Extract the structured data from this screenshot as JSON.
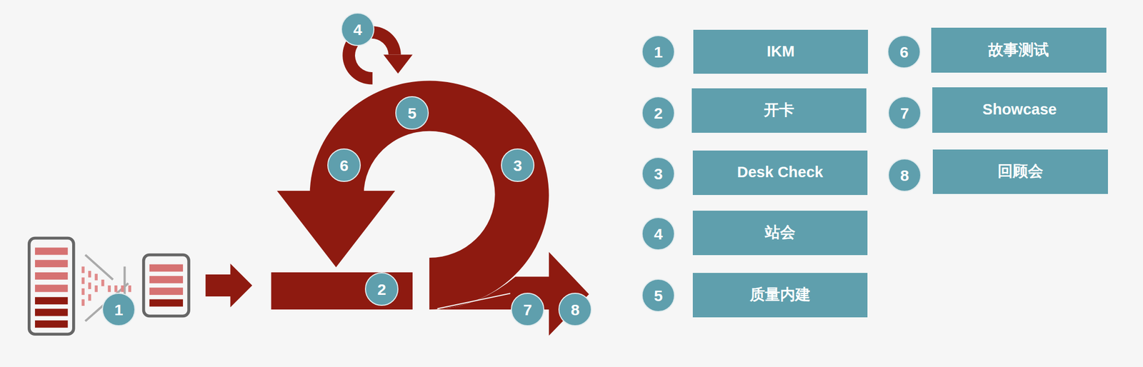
{
  "diagram": {
    "nodes": [
      {
        "text": [
          "4"
        ]
      },
      {
        "text": [
          "5"
        ]
      },
      {
        "text": [
          "6"
        ]
      },
      {
        "text": [
          "3"
        ]
      },
      {
        "text": [
          "2"
        ]
      },
      {
        "text": [
          "1"
        ]
      },
      {
        "text": [
          "7"
        ]
      },
      {
        "text": [
          "8"
        ]
      },
      {
        "text": [
          "1"
        ]
      },
      {
        "text": [
          "IKM"
        ]
      },
      {
        "text": [
          "6"
        ]
      },
      {
        "text": [
          "故事测试"
        ]
      },
      {
        "text": [
          "2"
        ]
      },
      {
        "text": [
          "开卡"
        ]
      },
      {
        "text": [
          "7"
        ]
      },
      {
        "text": [
          "Showcase"
        ]
      },
      {
        "text": [
          "3"
        ]
      },
      {
        "text": [
          "Desk Check"
        ]
      },
      {
        "text": [
          "8"
        ]
      },
      {
        "text": [
          "回顾会"
        ]
      },
      {
        "text": [
          "4"
        ]
      },
      {
        "text": [
          "站会"
        ]
      },
      {
        "text": [
          "5"
        ]
      },
      {
        "text": [
          "质量内建"
        ]
      }
    ]
  }
}
